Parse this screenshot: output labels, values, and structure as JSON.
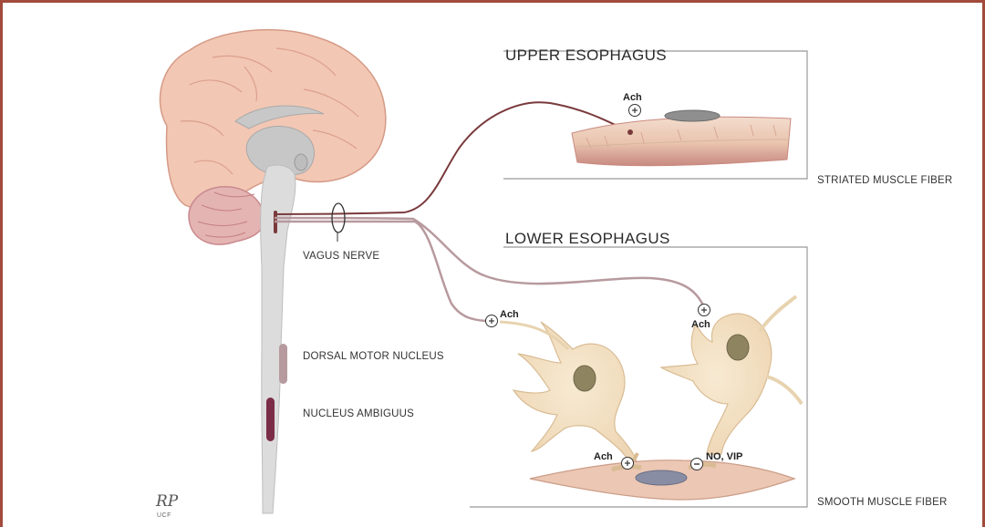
{
  "colors": {
    "border": "#a24a3c",
    "brain": "#f2c7b4",
    "brain_outline": "#d59a86",
    "brainstem": "#d9d9d9",
    "nerve": "#7a3a3c",
    "dorsal_motor_nucleus": "#b79a9e",
    "nucleus_ambiguus": "#7b2d47",
    "muscle": "#e8c6b4",
    "neuron": "#f4e4c8"
  },
  "labels": {
    "upper_esophagus": "UPPER ESOPHAGUS",
    "lower_esophagus": "LOWER ESOPHAGUS",
    "striated_muscle_fiber": "STRIATED MUSCLE FIBER",
    "smooth_muscle_fiber": "SMOOTH MUSCLE FIBER",
    "vagus_nerve": "VAGUS NERVE",
    "dorsal_motor_nucleus": "DORSAL MOTOR NUCLEUS",
    "nucleus_ambiguus": "NUCLEUS AMBIGUUS"
  },
  "chemicals": {
    "ach_upper": "Ach",
    "ach_left_neuron": "Ach",
    "ach_right_neuron": "Ach",
    "ach_bottom": "Ach",
    "no_vip": "NO, VIP"
  },
  "symbols": {
    "plus": "+",
    "minus": "−"
  },
  "signature": {
    "initials": "RP",
    "org": "UCF"
  }
}
